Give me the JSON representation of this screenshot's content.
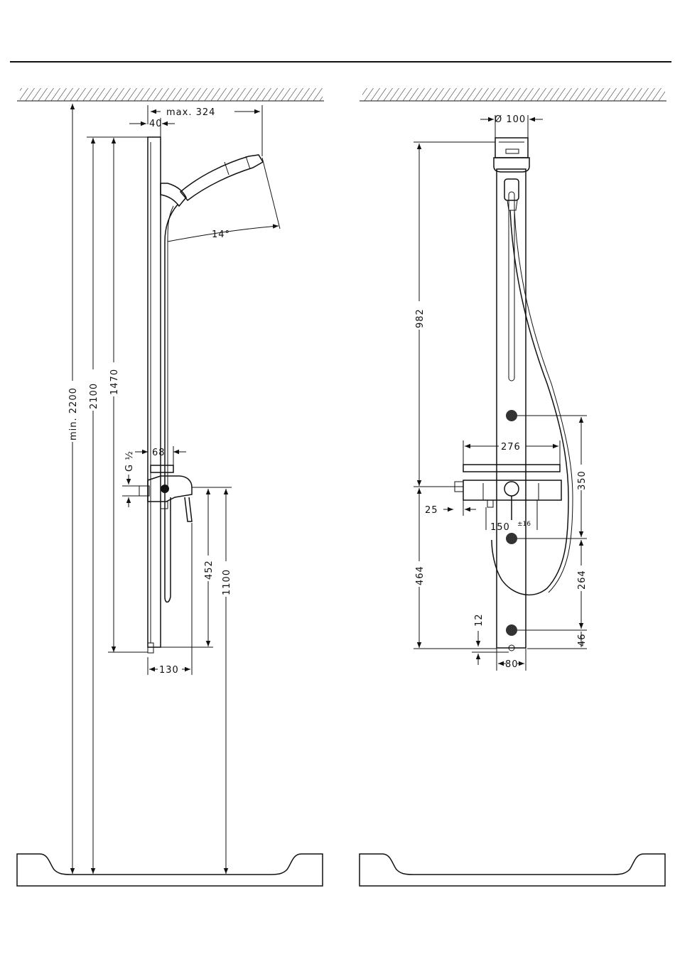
{
  "side_view": {
    "dims": {
      "max_324": "max. 324",
      "w40": "40",
      "angle14": "14°",
      "min2200": "min. 2200",
      "h2100": "2100",
      "h1470": "1470",
      "g_half": "G ½",
      "w68": "68",
      "h452": "452",
      "h1100": "1100",
      "w130": "130"
    }
  },
  "front_view": {
    "dims": {
      "d100": "Ø 100",
      "h982": "982",
      "w276": "276",
      "h350": "350",
      "w25": "25",
      "w150": "150",
      "tol16": "±16",
      "h464": "464",
      "h264": "264",
      "h12": "12",
      "h46": "46",
      "w80": "80"
    }
  }
}
